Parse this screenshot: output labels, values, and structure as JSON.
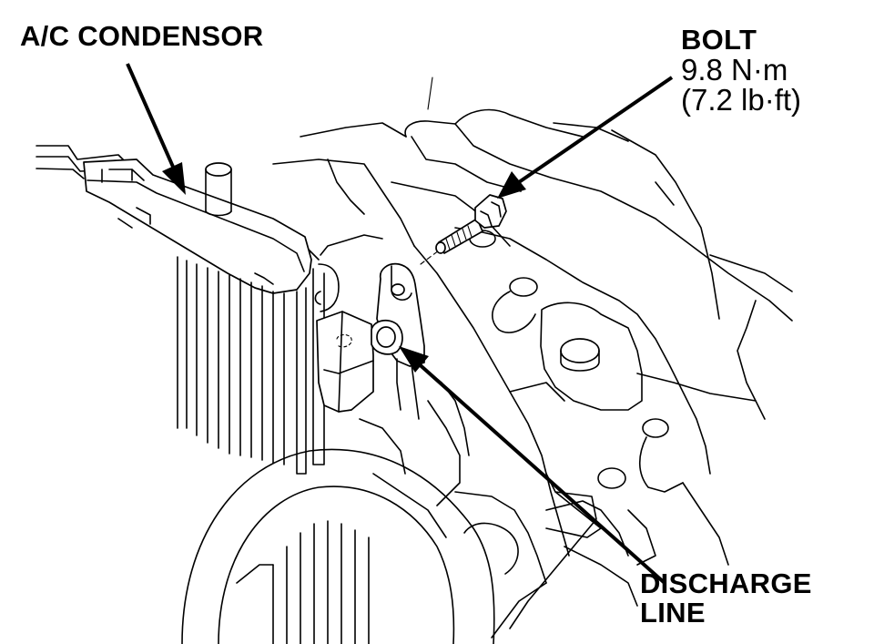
{
  "labels": {
    "condensor": "A/C CONDENSOR",
    "bolt_title": "BOLT",
    "bolt_torque_nm": "9.8 N·m",
    "bolt_torque_lbft": "(7.2 lb·ft)",
    "discharge_line_1": "DISCHARGE",
    "discharge_line_2": "LINE"
  },
  "colors": {
    "ink": "#000000",
    "paper": "#ffffff"
  }
}
